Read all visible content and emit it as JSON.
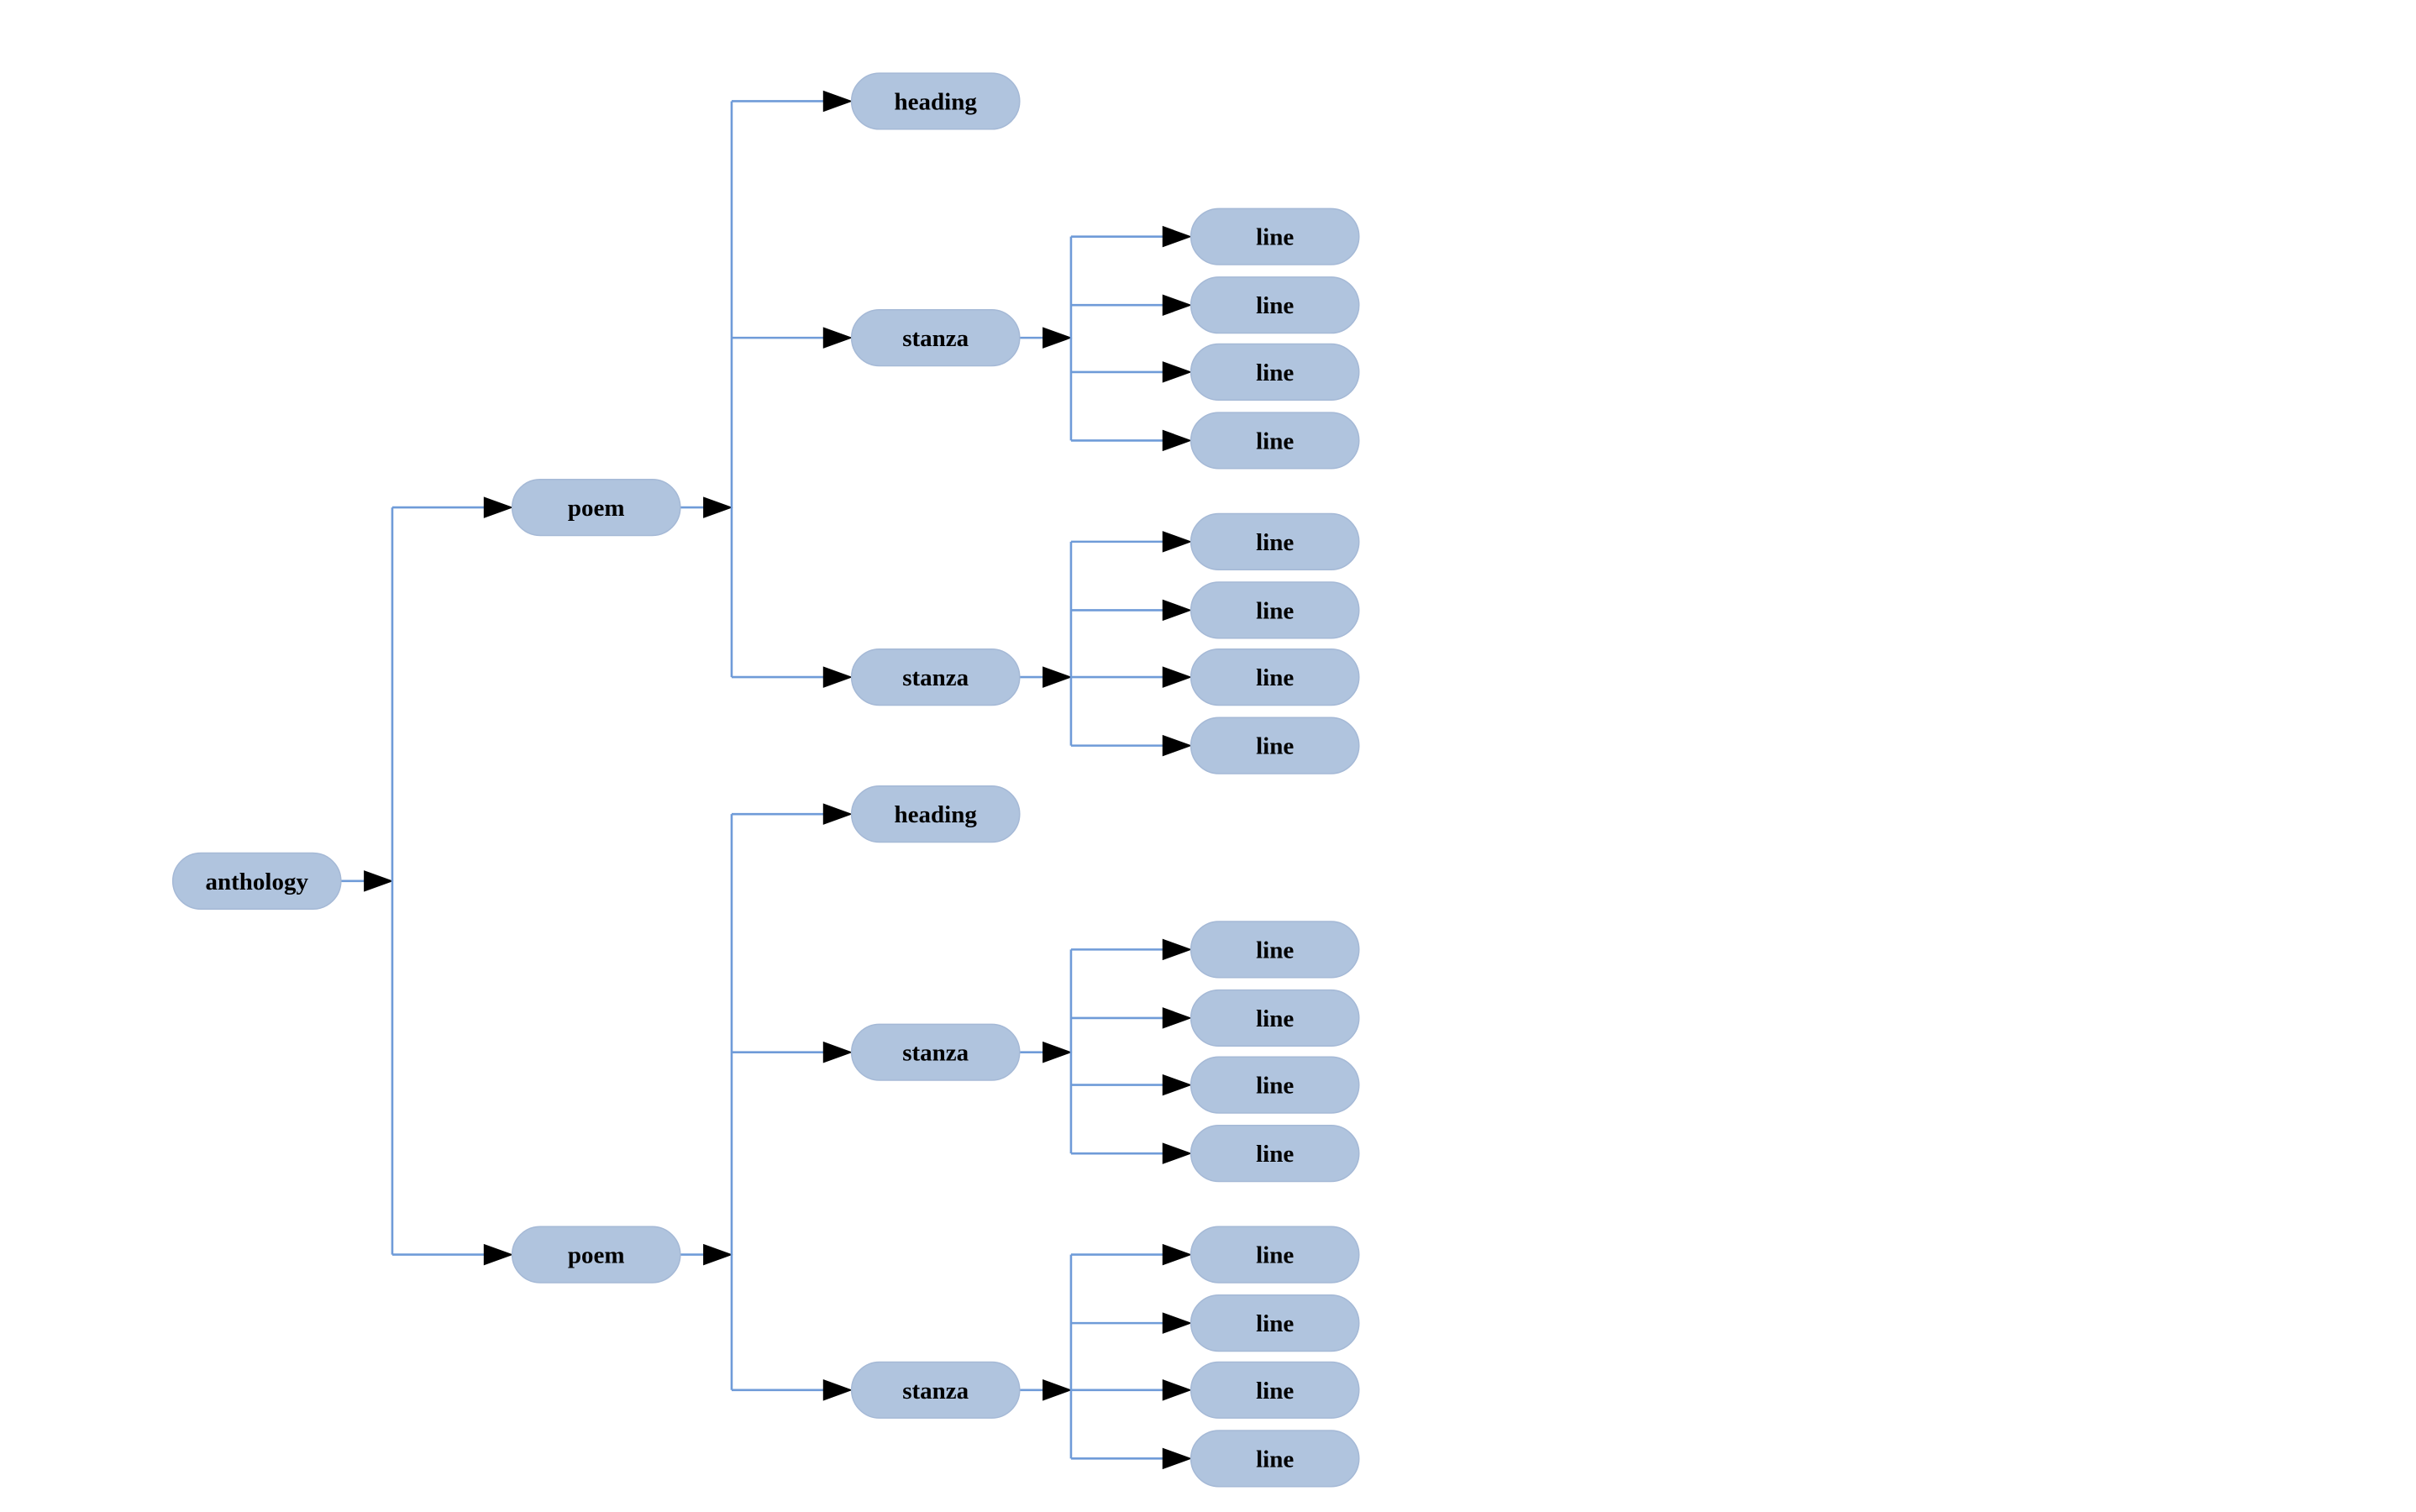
{
  "diagram": {
    "type": "tree",
    "root": {
      "label": "anthology",
      "children": [
        {
          "label": "poem",
          "children": [
            {
              "label": "heading",
              "children": []
            },
            {
              "label": "stanza",
              "children": [
                {
                  "label": "line"
                },
                {
                  "label": "line"
                },
                {
                  "label": "line"
                },
                {
                  "label": "line"
                }
              ]
            },
            {
              "label": "stanza",
              "children": [
                {
                  "label": "line"
                },
                {
                  "label": "line"
                },
                {
                  "label": "line"
                },
                {
                  "label": "line"
                }
              ]
            }
          ]
        },
        {
          "label": "poem",
          "children": [
            {
              "label": "heading",
              "children": []
            },
            {
              "label": "stanza",
              "children": [
                {
                  "label": "line"
                },
                {
                  "label": "line"
                },
                {
                  "label": "line"
                },
                {
                  "label": "line"
                }
              ]
            },
            {
              "label": "stanza",
              "children": [
                {
                  "label": "line"
                },
                {
                  "label": "line"
                },
                {
                  "label": "line"
                },
                {
                  "label": "line"
                }
              ]
            }
          ]
        }
      ]
    },
    "colors": {
      "node_fill": "#b0c4de",
      "edge": "#6f9bd8",
      "arrow": "#000000",
      "label": "#000000"
    }
  }
}
